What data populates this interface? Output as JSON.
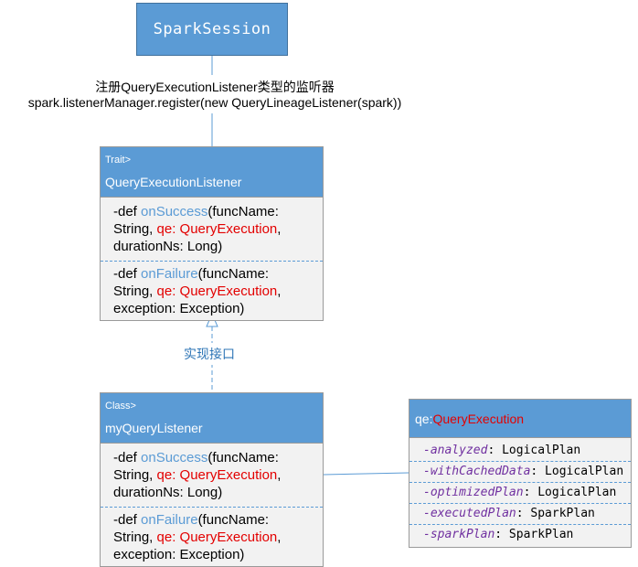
{
  "session": {
    "label": "SparkSession"
  },
  "connector": {
    "line1": "注册QueryExecutionListener类型的监听器",
    "line2": "spark.listenerManager.register(new QueryLineageListener(spark))"
  },
  "trait_box": {
    "stereotype": "Trait>",
    "name": "QueryExecutionListener",
    "methods": [
      {
        "prefix": "-def ",
        "name": "onSuccess",
        "p1": "(funcName:",
        "p2": "String, ",
        "qe": "qe: QueryExecution",
        "p3": ",",
        "p4": "durationNs: Long)"
      },
      {
        "prefix": "-def ",
        "name": "onFailure",
        "p1": "(funcName:",
        "p2": "String, ",
        "qe": "qe: QueryExecution",
        "p3": ",",
        "p4": "exception: Exception)"
      }
    ]
  },
  "implements_label": "实现接口",
  "class_box": {
    "stereotype": "Class>",
    "name": "myQueryListener",
    "methods": [
      {
        "prefix": "-def ",
        "name": "onSuccess",
        "p1": "(funcName:",
        "p2": "String, ",
        "qe": "qe: QueryExecution",
        "p3": ",",
        "p4": "durationNs: Long)"
      },
      {
        "prefix": "-def ",
        "name": "onFailure",
        "p1": "(funcName:",
        "p2": "String, ",
        "qe": "qe: QueryExecution",
        "p3": ",",
        "p4": "exception: Exception)"
      }
    ]
  },
  "qe_box": {
    "var": "qe:",
    "type": "QueryExecution",
    "fields": [
      {
        "name": "-analyzed",
        "type": ": LogicalPlan"
      },
      {
        "name": "-withCachedData",
        "type": ": LogicalPlan"
      },
      {
        "name": "-optimizedPlan",
        "type": ": LogicalPlan"
      },
      {
        "name": "-executedPlan",
        "type": ": SparkPlan"
      },
      {
        "name": "-sparkPlan",
        "type": ": SparkPlan"
      }
    ]
  },
  "colors": {
    "box_blue": "#5b9bd5",
    "method_name": "#5b9bd5",
    "qe_red": "#e30000",
    "field_purple": "#7030a0"
  }
}
